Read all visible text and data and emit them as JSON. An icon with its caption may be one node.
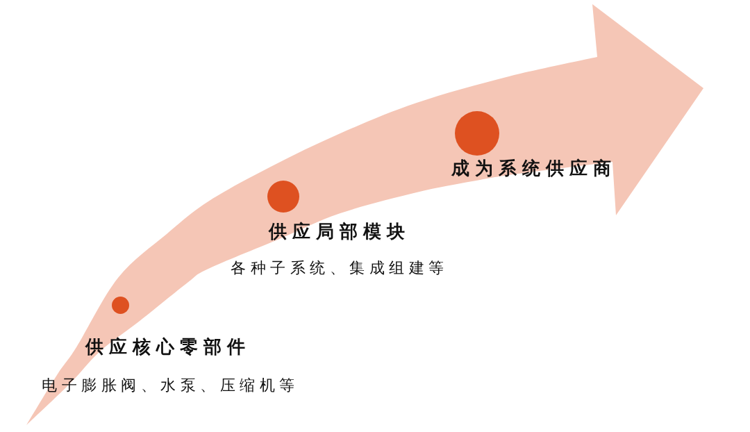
{
  "diagram": {
    "nodes": [
      {
        "text": [],
        "shape": "circle",
        "beside": [
          "供应核心零部件",
          "电子膨胀阀、水泵、压缩机等"
        ]
      },
      {
        "text": [],
        "shape": "circle",
        "beside": [
          "供应局部模块",
          "各种子系统、集成组建等"
        ]
      },
      {
        "text": [],
        "shape": "circle",
        "beside": [
          "成为系统供应商"
        ]
      }
    ]
  }
}
